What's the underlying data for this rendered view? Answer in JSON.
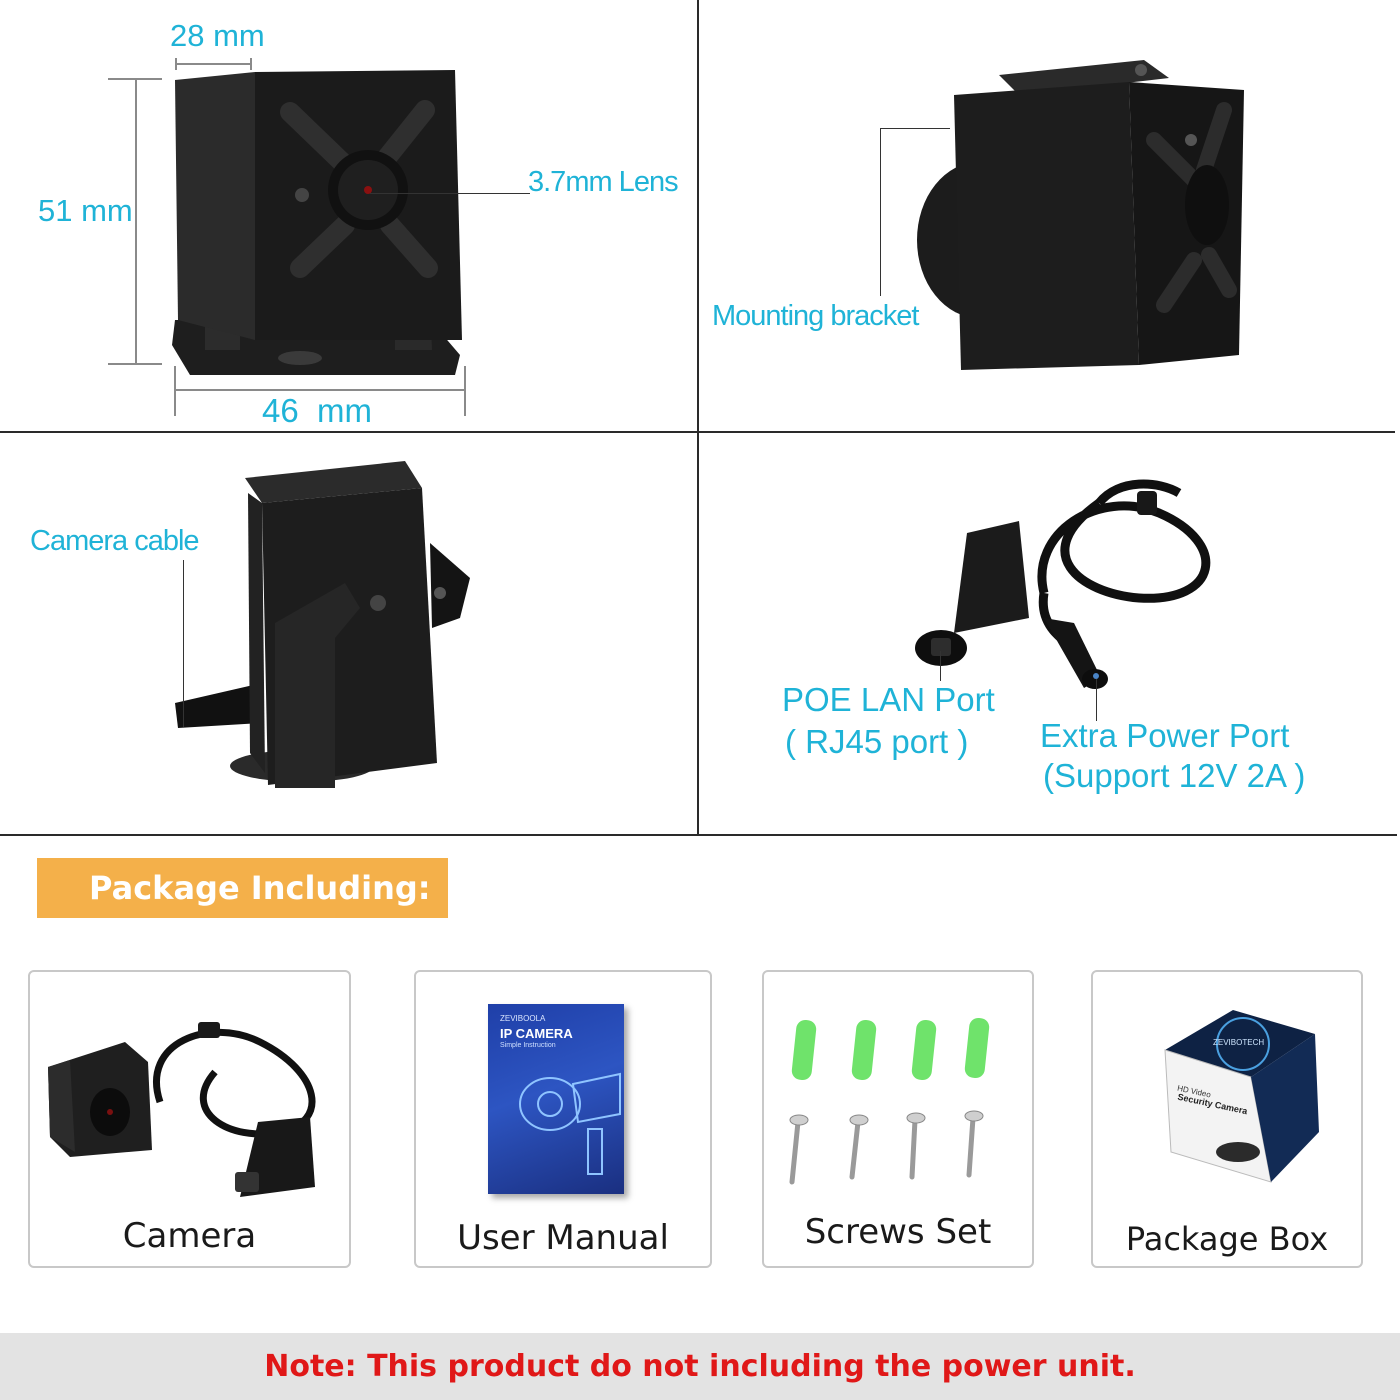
{
  "dimensions": {
    "depth": "28 mm",
    "height": "51 mm",
    "width": "46  mm"
  },
  "callouts": {
    "lens": "3.7mm Lens",
    "mounting_bracket": "Mounting bracket",
    "camera_cable": "Camera cable",
    "poe_port_line1": "POE LAN Port",
    "poe_port_line2": "( RJ45 port )",
    "power_port_line1": "Extra Power Port",
    "power_port_line2": "(Support 12V 2A )"
  },
  "package": {
    "heading": "Package Including:",
    "items": [
      {
        "label": "Camera",
        "icon": "camera-with-cable-icon"
      },
      {
        "label": "User Manual",
        "icon": "manual-booklet-icon"
      },
      {
        "label": "Screws Set",
        "icon": "screws-and-anchors-icon"
      },
      {
        "label": "Package Box",
        "icon": "package-box-icon"
      }
    ]
  },
  "manual_cover": {
    "brand": "ZEVIBOOLA",
    "title": "IP CAMERA",
    "subtitle": "Simple Instruction"
  },
  "box_print": {
    "brand": "ZEVIBOTECH",
    "line1": "HD Video",
    "line2": "Security Camera"
  },
  "note": "Note: This product do not including the power unit.",
  "colors": {
    "accent_cyan": "#1fb3d7",
    "banner_orange": "#f4b04a",
    "note_red": "#e01818",
    "note_bg": "#e3e3e3"
  }
}
